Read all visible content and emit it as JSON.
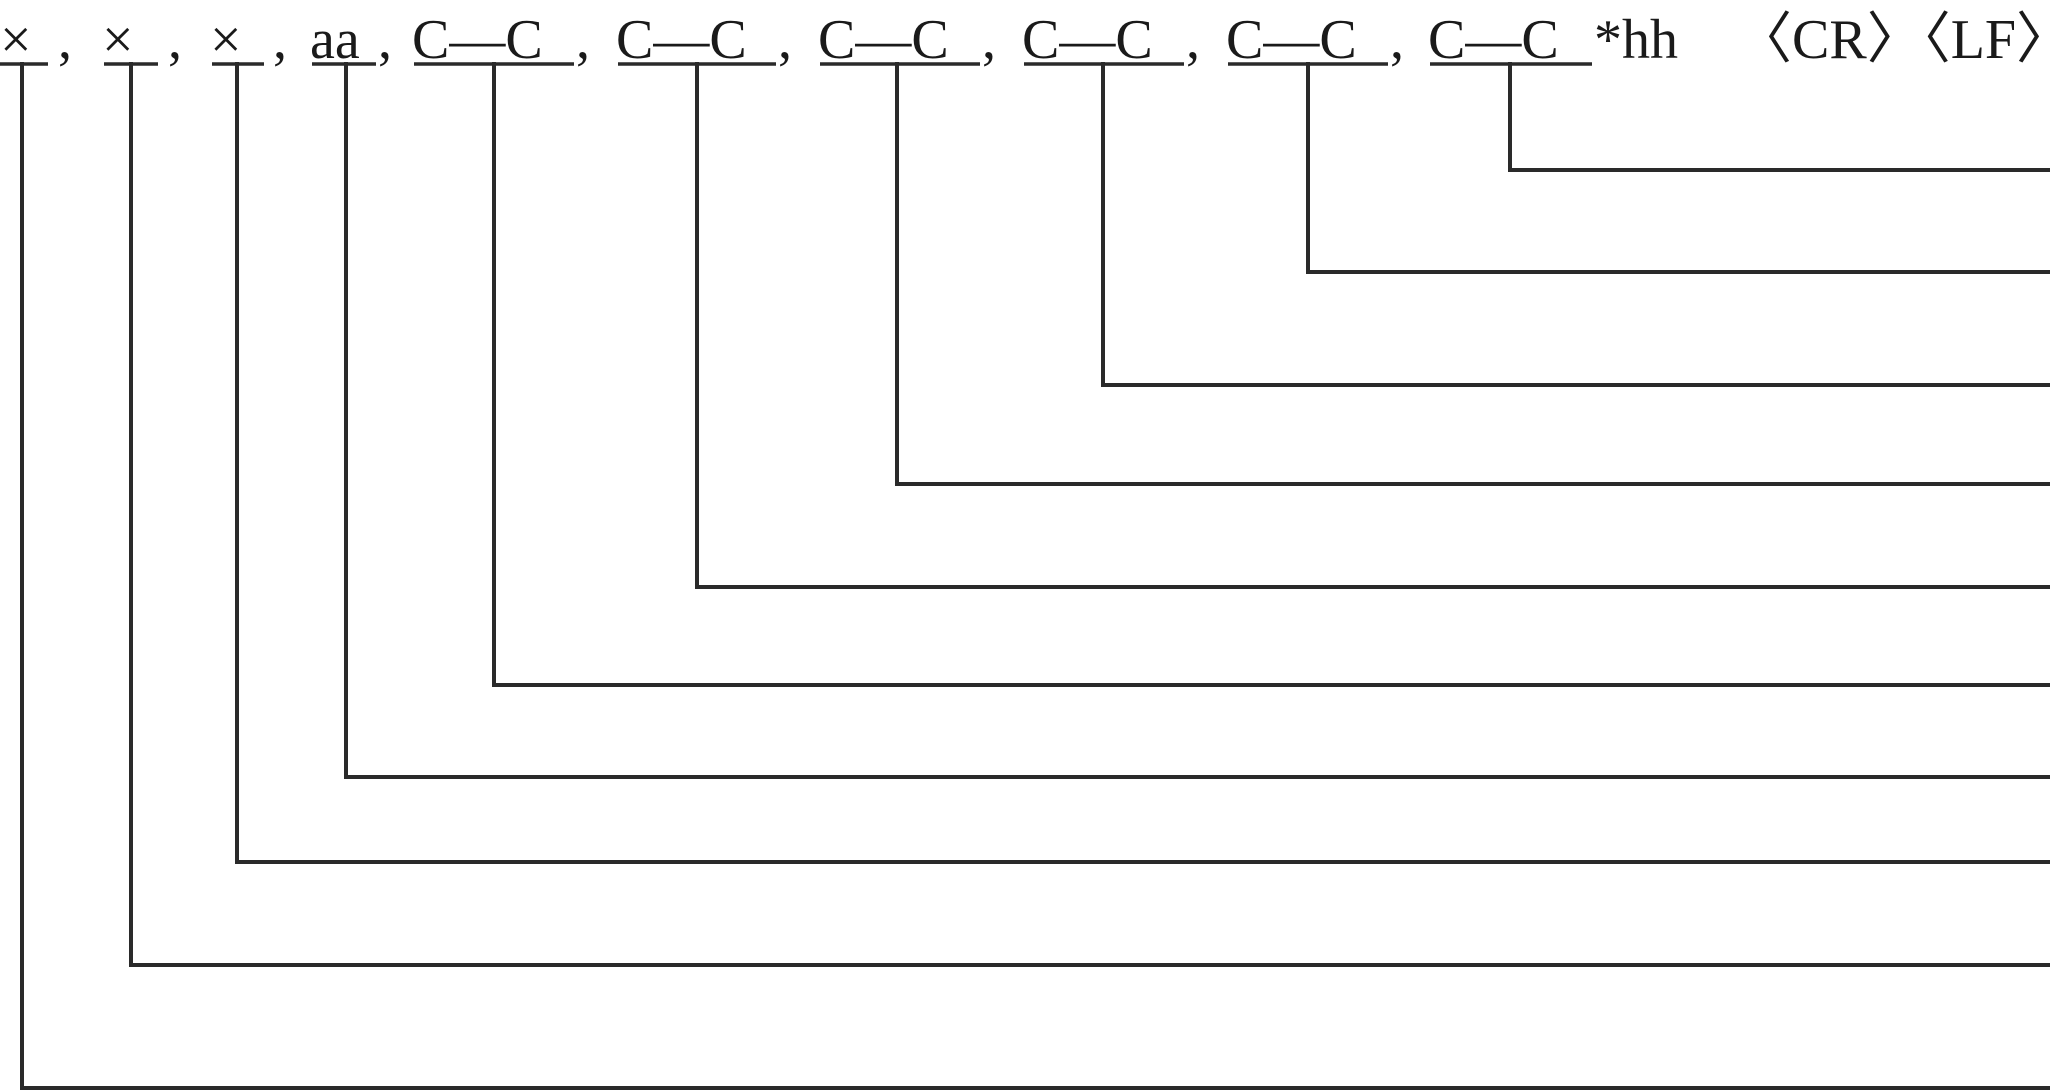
{
  "sentence_format": {
    "fields": [
      {
        "text": "×"
      },
      {
        "text": "×"
      },
      {
        "text": "×"
      },
      {
        "text": "aa"
      },
      {
        "text": "C—C"
      },
      {
        "text": "C—C"
      },
      {
        "text": "C—C"
      },
      {
        "text": "C—C"
      },
      {
        "text": "C—C"
      },
      {
        "text": "C—C"
      }
    ],
    "separators": [
      ",",
      ",",
      ",",
      ",",
      ",",
      ",",
      ",",
      ",",
      ","
    ],
    "checksum": "*hh",
    "terminator": "〈CR〉〈LF〉"
  },
  "colors": {
    "line": "#2a2a2a",
    "text": "#1a1a1a",
    "background": "#ffffff"
  }
}
